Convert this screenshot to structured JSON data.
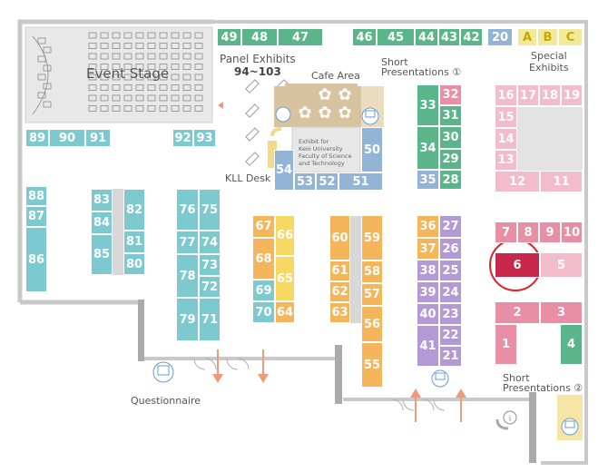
{
  "colors": {
    "green": "#5bb58a",
    "teal": "#7cc9cf",
    "orange": "#f5b55a",
    "yellow": "#f7d863",
    "purple": "#b49ad4",
    "pink": "#e88ea5",
    "light_pink": "#f2bccb",
    "blue": "#94b4d6",
    "blue_light": "#a9c8e6",
    "tan": "#d8c3a0",
    "light_yellow": "#f1ea9a",
    "selected": "#c8284c",
    "selected_ring": "#e02020",
    "arrow": "#f09a78",
    "wall": "#c9c9c9",
    "stage": "#e3e3e3"
  },
  "labels": {
    "event_stage": "Event Stage",
    "panel_exhibits": "Panel Exhibits",
    "panel_range": "94~103",
    "cafe_area": "Cafe Area",
    "short_presentations_1_line1": "Short",
    "short_presentations_1_line2": "Presentations ①",
    "special_exhibits_line1": "Special",
    "special_exhibits_line2": "Exhibits",
    "kll_desk": "KLL Desk",
    "keio_exhibit_line1": "Exhibit for",
    "keio_exhibit_line2": "Keio University",
    "keio_exhibit_line3": "Faculty of Science",
    "keio_exhibit_line4": "and Technology",
    "questionnaire": "Questionnaire",
    "short_presentations_2_line1": "Short",
    "short_presentations_2_line2": "Presentations ②"
  },
  "booths": [
    {
      "label": "49",
      "color": "green"
    },
    {
      "label": "48",
      "color": "green"
    },
    {
      "label": "47",
      "color": "green"
    },
    {
      "label": "46",
      "color": "green"
    },
    {
      "label": "45",
      "color": "green"
    },
    {
      "label": "44",
      "color": "green"
    },
    {
      "label": "43",
      "color": "green"
    },
    {
      "label": "42",
      "color": "green"
    },
    {
      "label": "20",
      "color": "blue"
    },
    {
      "label": "A",
      "color": "light_yellow"
    },
    {
      "label": "B",
      "color": "light_yellow"
    },
    {
      "label": "C",
      "color": "light_yellow"
    },
    {
      "label": "89",
      "color": "teal"
    },
    {
      "label": "90",
      "color": "teal"
    },
    {
      "label": "91",
      "color": "teal"
    },
    {
      "label": "92",
      "color": "teal"
    },
    {
      "label": "93",
      "color": "teal"
    },
    {
      "label": "88",
      "color": "teal"
    },
    {
      "label": "87",
      "color": "teal"
    },
    {
      "label": "86",
      "color": "teal"
    },
    {
      "label": "83",
      "color": "teal"
    },
    {
      "label": "84",
      "color": "teal"
    },
    {
      "label": "85",
      "color": "teal"
    },
    {
      "label": "82",
      "color": "teal"
    },
    {
      "label": "81",
      "color": "teal"
    },
    {
      "label": "80",
      "color": "teal"
    },
    {
      "label": "76",
      "color": "teal"
    },
    {
      "label": "75",
      "color": "teal"
    },
    {
      "label": "77",
      "color": "teal"
    },
    {
      "label": "74",
      "color": "teal"
    },
    {
      "label": "78",
      "color": "teal"
    },
    {
      "label": "73",
      "color": "teal"
    },
    {
      "label": "72",
      "color": "teal"
    },
    {
      "label": "79",
      "color": "teal"
    },
    {
      "label": "71",
      "color": "teal"
    },
    {
      "label": "67",
      "color": "orange"
    },
    {
      "label": "68",
      "color": "orange"
    },
    {
      "label": "69",
      "color": "teal"
    },
    {
      "label": "70",
      "color": "teal"
    },
    {
      "label": "66",
      "color": "yellow"
    },
    {
      "label": "65",
      "color": "yellow"
    },
    {
      "label": "64",
      "color": "orange"
    },
    {
      "label": "60",
      "color": "orange"
    },
    {
      "label": "61",
      "color": "orange"
    },
    {
      "label": "62",
      "color": "orange"
    },
    {
      "label": "63",
      "color": "orange"
    },
    {
      "label": "59",
      "color": "orange"
    },
    {
      "label": "58",
      "color": "orange"
    },
    {
      "label": "57",
      "color": "orange"
    },
    {
      "label": "56",
      "color": "orange"
    },
    {
      "label": "55",
      "color": "orange"
    },
    {
      "label": "50",
      "color": "blue"
    },
    {
      "label": "54",
      "color": "blue"
    },
    {
      "label": "53",
      "color": "blue"
    },
    {
      "label": "52",
      "color": "blue"
    },
    {
      "label": "51",
      "color": "blue"
    },
    {
      "label": "33",
      "color": "green"
    },
    {
      "label": "34",
      "color": "green"
    },
    {
      "label": "35",
      "color": "blue"
    },
    {
      "label": "32",
      "color": "pink"
    },
    {
      "label": "31",
      "color": "green"
    },
    {
      "label": "30",
      "color": "green"
    },
    {
      "label": "29",
      "color": "green"
    },
    {
      "label": "28",
      "color": "green"
    },
    {
      "label": "36",
      "color": "orange"
    },
    {
      "label": "37",
      "color": "orange"
    },
    {
      "label": "38",
      "color": "purple"
    },
    {
      "label": "39",
      "color": "purple"
    },
    {
      "label": "40",
      "color": "purple"
    },
    {
      "label": "41",
      "color": "purple"
    },
    {
      "label": "27",
      "color": "purple"
    },
    {
      "label": "26",
      "color": "purple"
    },
    {
      "label": "25",
      "color": "purple"
    },
    {
      "label": "24",
      "color": "purple"
    },
    {
      "label": "23",
      "color": "purple"
    },
    {
      "label": "22",
      "color": "purple"
    },
    {
      "label": "21",
      "color": "purple"
    },
    {
      "label": "16",
      "color": "light_pink"
    },
    {
      "label": "17",
      "color": "light_pink"
    },
    {
      "label": "18",
      "color": "light_pink"
    },
    {
      "label": "19",
      "color": "light_pink"
    },
    {
      "label": "15",
      "color": "light_pink"
    },
    {
      "label": "14",
      "color": "light_pink"
    },
    {
      "label": "13",
      "color": "light_pink"
    },
    {
      "label": "12",
      "color": "light_pink"
    },
    {
      "label": "11",
      "color": "light_pink"
    },
    {
      "label": "7",
      "color": "pink"
    },
    {
      "label": "8",
      "color": "pink"
    },
    {
      "label": "9",
      "color": "pink"
    },
    {
      "label": "10",
      "color": "pink"
    },
    {
      "label": "6",
      "color": "selected"
    },
    {
      "label": "5",
      "color": "light_pink"
    },
    {
      "label": "2",
      "color": "pink"
    },
    {
      "label": "3",
      "color": "pink"
    },
    {
      "label": "1",
      "color": "pink"
    },
    {
      "label": "4",
      "color": "green"
    }
  ]
}
